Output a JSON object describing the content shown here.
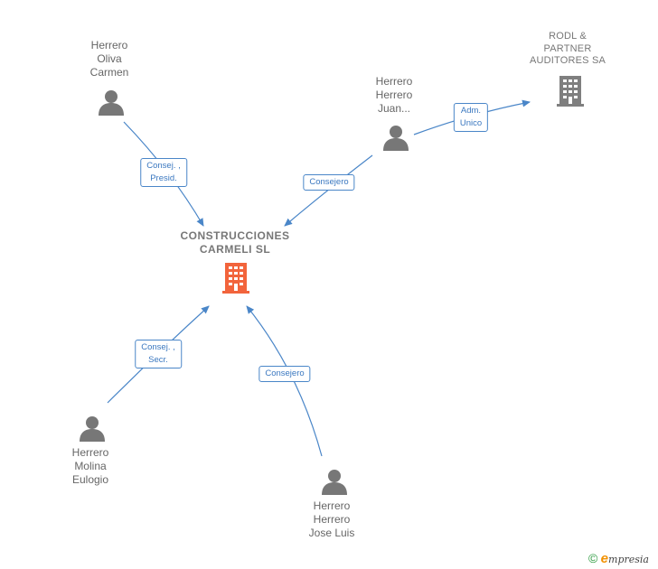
{
  "colors": {
    "edge": "#4a86c8",
    "person_icon": "#777777",
    "company_main": "#f2643c",
    "company_other": "#7f7f7f",
    "brand_green": "#2b9a3e",
    "brand_orange": "#f29100"
  },
  "nodes": {
    "main_company": {
      "lines": [
        "CONSTRUCCIONES",
        "CARMELI  SL"
      ],
      "icon": "building-icon"
    },
    "rodl": {
      "lines": [
        "RODL &",
        "PARTNER",
        "AUDITORES SA"
      ],
      "icon": "building-icon"
    },
    "oliva": {
      "lines": [
        "Herrero",
        "Oliva",
        "Carmen"
      ],
      "icon": "person-icon"
    },
    "juan": {
      "lines": [
        "Herrero",
        "Herrero",
        "Juan..."
      ],
      "icon": "person-icon"
    },
    "molina": {
      "lines": [
        "Herrero",
        "Molina",
        "Eulogio"
      ],
      "icon": "person-icon"
    },
    "joseluis": {
      "lines": [
        "Herrero",
        "Herrero",
        "Jose Luis"
      ],
      "icon": "person-icon"
    }
  },
  "edges": {
    "oliva_main": [
      "Consej. ,",
      "Presid."
    ],
    "juan_main": [
      "Consejero"
    ],
    "juan_rodl": [
      "Adm.",
      "Unico"
    ],
    "molina_main": [
      "Consej. ,",
      "Secr."
    ],
    "joseluis_main": [
      "Consejero"
    ]
  },
  "brand": {
    "copyright": "©",
    "e": "e",
    "rest": "mpresia"
  }
}
